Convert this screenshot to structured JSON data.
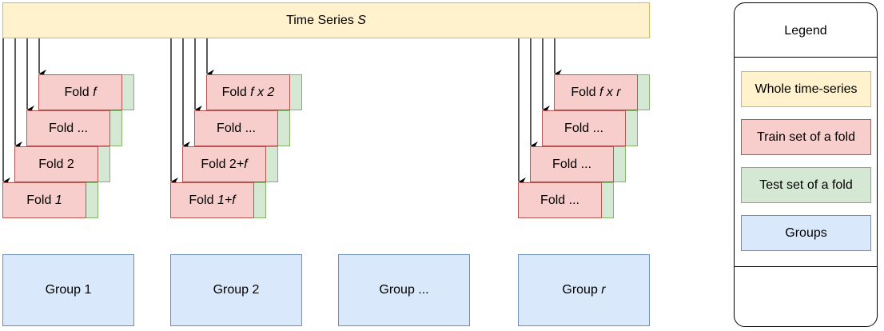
{
  "time_series": {
    "label": "Time Series ",
    "var": "S"
  },
  "fold_columns": [
    {
      "folds": [
        {
          "prefix": "Fold ",
          "italic": "1"
        },
        {
          "prefix": "Fold 2",
          "italic": ""
        },
        {
          "prefix": "Fold ...",
          "italic": ""
        },
        {
          "prefix": "Fold ",
          "italic": "f"
        }
      ]
    },
    {
      "folds": [
        {
          "prefix": "Fold ",
          "italic": "1+f"
        },
        {
          "prefix": "Fold 2+",
          "italic": "f"
        },
        {
          "prefix": "Fold ...",
          "italic": ""
        },
        {
          "prefix": "Fold ",
          "italic": "f x 2"
        }
      ]
    },
    {
      "folds": [
        {
          "prefix": "Fold ...",
          "italic": ""
        },
        {
          "prefix": "Fold ...",
          "italic": ""
        },
        {
          "prefix": "Fold ...",
          "italic": ""
        },
        {
          "prefix": "Fold ",
          "italic": "f x r"
        }
      ]
    }
  ],
  "groups": [
    {
      "prefix": "Group 1",
      "italic": ""
    },
    {
      "prefix": "Group 2",
      "italic": ""
    },
    {
      "prefix": "Group ...",
      "italic": ""
    },
    {
      "prefix": "Group ",
      "italic": "r"
    }
  ],
  "legend": {
    "title": "Legend",
    "items": [
      {
        "label": "Whole time-series",
        "color": "#fff2cc"
      },
      {
        "label": "Train set of a fold",
        "color": "#f8cecc"
      },
      {
        "label": "Test set of a fold",
        "color": "#d5e8d4"
      },
      {
        "label": "Groups",
        "color": "#dae8fc"
      }
    ]
  }
}
